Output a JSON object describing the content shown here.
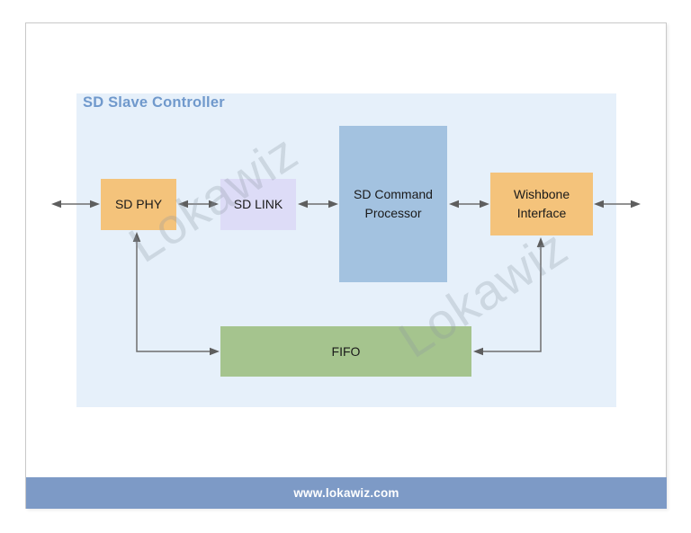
{
  "diagram": {
    "title": "SD Slave Controller",
    "watermark_text": "Lokawiz",
    "blocks": [
      {
        "id": "sd-phy",
        "label": "SD PHY",
        "color": "#f4c37b"
      },
      {
        "id": "sd-link",
        "label": "SD LINK",
        "color": "#dddcf7"
      },
      {
        "id": "sd-command-processor",
        "label": "SD Command Processor",
        "color": "#a3c2e0"
      },
      {
        "id": "wishbone-interface",
        "label": "Wishbone Interface",
        "color": "#f4c37b"
      },
      {
        "id": "fifo",
        "label": "FIFO",
        "color": "#a5c48e"
      }
    ],
    "connections": [
      {
        "from": "external-left",
        "to": "sd-phy",
        "type": "bidirectional"
      },
      {
        "from": "sd-phy",
        "to": "sd-link",
        "type": "bidirectional"
      },
      {
        "from": "sd-link",
        "to": "sd-command-processor",
        "type": "bidirectional"
      },
      {
        "from": "sd-command-processor",
        "to": "wishbone-interface",
        "type": "bidirectional"
      },
      {
        "from": "wishbone-interface",
        "to": "external-right",
        "type": "bidirectional"
      },
      {
        "from": "sd-phy",
        "to": "fifo",
        "type": "bidirectional"
      },
      {
        "from": "wishbone-interface",
        "to": "fifo",
        "type": "bidirectional"
      }
    ]
  },
  "footer": {
    "text": "www.lokawiz.com",
    "bar_color": "#7d9ac6"
  },
  "colors": {
    "panel_background": "#e6f0fa",
    "title_text": "#7099cc",
    "arrow_line": "#6e6e6e",
    "block_text": "#1a1a1a",
    "footer_text": "#ffffff",
    "page_border": "#c9c9c9"
  }
}
